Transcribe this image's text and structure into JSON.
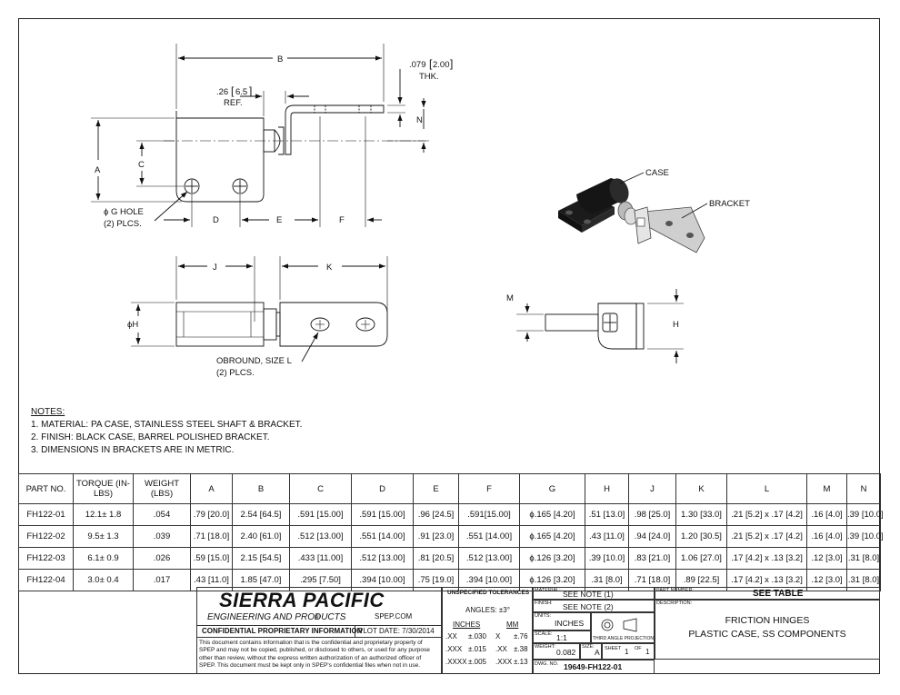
{
  "drawing": {
    "labels": {
      "B": "B",
      "A": "A",
      "C": "C",
      "D": "D",
      "E": "E",
      "F": "F",
      "J": "J",
      "K": "K",
      "N": "N",
      "M": "M",
      "H": "H",
      "phiH": "ϕH",
      "ref26": ".26",
      "ref26mm": "6.5",
      "ref": "REF.",
      "thk": ".079",
      "thkmm": "2.00",
      "thkLabel": "THK.",
      "gHole1": "ϕ G HOLE",
      "gHole2": "(2) PLCS.",
      "obround1": "OBROUND, SIZE L",
      "obround2": "(2) PLCS.",
      "case": "CASE",
      "bracket": "BRACKET"
    }
  },
  "notes": {
    "title": "NOTES:",
    "items": [
      "1.   MATERIAL: PA CASE, STAINLESS STEEL SHAFT & BRACKET.",
      "2.   FINISH: BLACK CASE, BARREL POLISHED BRACKET.",
      "3.   DIMENSIONS IN BRACKETS ARE IN METRIC."
    ]
  },
  "table": {
    "headers": [
      "PART NO.",
      "TORQUE (IN-LBS)",
      "WEIGHT (LBS)",
      "A",
      "B",
      "C",
      "D",
      "E",
      "F",
      "G",
      "H",
      "J",
      "K",
      "L",
      "M",
      "N"
    ],
    "rows": [
      [
        "FH122-01",
        "12.1± 1.8",
        ".054",
        ".79 [20.0]",
        "2.54 [64.5]",
        ".591 [15.00]",
        ".591 [15.00]",
        ".96 [24.5]",
        ".591[15.00]",
        "ϕ.165 [4.20]",
        ".51 [13.0]",
        ".98 [25.0]",
        "1.30 [33.0]",
        ".21 [5.2] x .17 [4.2]",
        ".16 [4.0]",
        ".39 [10.0]"
      ],
      [
        "FH122-02",
        "9.5± 1.3",
        ".039",
        ".71 [18.0]",
        "2.40 [61.0]",
        ".512 [13.00]",
        ".551 [14.00]",
        ".91 [23.0]",
        ".551 [14.00]",
        "ϕ.165 [4.20]",
        ".43 [11.0]",
        ".94 [24.0]",
        "1.20 [30.5]",
        ".21 [5.2] x .17 [4.2]",
        ".16 [4.0]",
        ".39 [10.0]"
      ],
      [
        "FH122-03",
        "6.1± 0.9",
        ".026",
        ".59 [15.0]",
        "2.15 [54.5]",
        ".433 [11.00]",
        ".512 [13.00]",
        ".81 [20.5]",
        ".512 [13.00]",
        "ϕ.126 [3.20]",
        ".39 [10.0]",
        ".83 [21.0]",
        "1.06 [27.0]",
        ".17 [4.2] x .13 [3.2]",
        ".12 [3.0]",
        ".31 [8.0]"
      ],
      [
        "FH122-04",
        "3.0± 0.4",
        ".017",
        ".43 [11.0]",
        "1.85 [47.0]",
        ".295 [7.50]",
        ".394 [10.00]",
        ".75 [19.0]",
        ".394 [10.00]",
        "ϕ.126 [3.20]",
        ".31 [8.0]",
        ".71 [18.0]",
        ".89 [22.5]",
        ".17 [4.2] x .13 [3.2]",
        ".12 [3.0]",
        ".31 [8.0]"
      ]
    ]
  },
  "titleblock": {
    "company": "SIERRA PACIFIC",
    "subtitle": "ENGINEERING AND PRODUCTS",
    "website": "SPEP.COM",
    "confidential": "CONFIDENTIAL PROPRIETARY INFORMATION",
    "plotDate": "PLOT DATE:  7/30/2014",
    "disclaimer": "This document contains information that is the confidential and proprietary property of SPEP and may not be copied, published, or disclosed to others, or used for any purpose other than review, without the express written authorization of an authorized officer of SPEP. This document must be kept only in SPEP's confidential files when not in use.",
    "tolTitle": "UNSPECIFIED TOLERANCES",
    "angles": "ANGLES:  ±3°",
    "inches": "INCHES",
    "mm": "MM",
    "tolRows": [
      [
        ".XX",
        "±.030",
        "X",
        "±.76"
      ],
      [
        ".XXX",
        "±.015",
        ".XX",
        "±.38"
      ],
      [
        ".XXXX",
        "±.005",
        ".XXX",
        "±.13"
      ]
    ],
    "materialLabel": "MATERIAL:",
    "material": "SEE NOTE (1)",
    "finishLabel": "FINISH:",
    "finish": "SEE NOTE (2)",
    "unitsLabel": "UNITS:",
    "units": "INCHES",
    "scaleLabel": "SCALE:",
    "scale": "1:1",
    "projection": "THIRD ANGLE PROJECTION",
    "weightLabel": "WEIGHT:",
    "weight": "0.082",
    "sizeLabel": "SIZE:",
    "size": "A",
    "sheetLabel": "SHEET",
    "sheet": "1",
    "ofLabel": "OF",
    "sheetTotal": "1",
    "dwgLabel": "DWG. NO.",
    "dwg": "19649-FH122-01",
    "partNumberLabel": "PART NUMBER:",
    "partNumber": "SEE TABLE",
    "descriptionLabel": "DESCRIPTION:",
    "description1": "FRICTION HINGES",
    "description2": "PLASTIC CASE, SS COMPONENTS"
  }
}
